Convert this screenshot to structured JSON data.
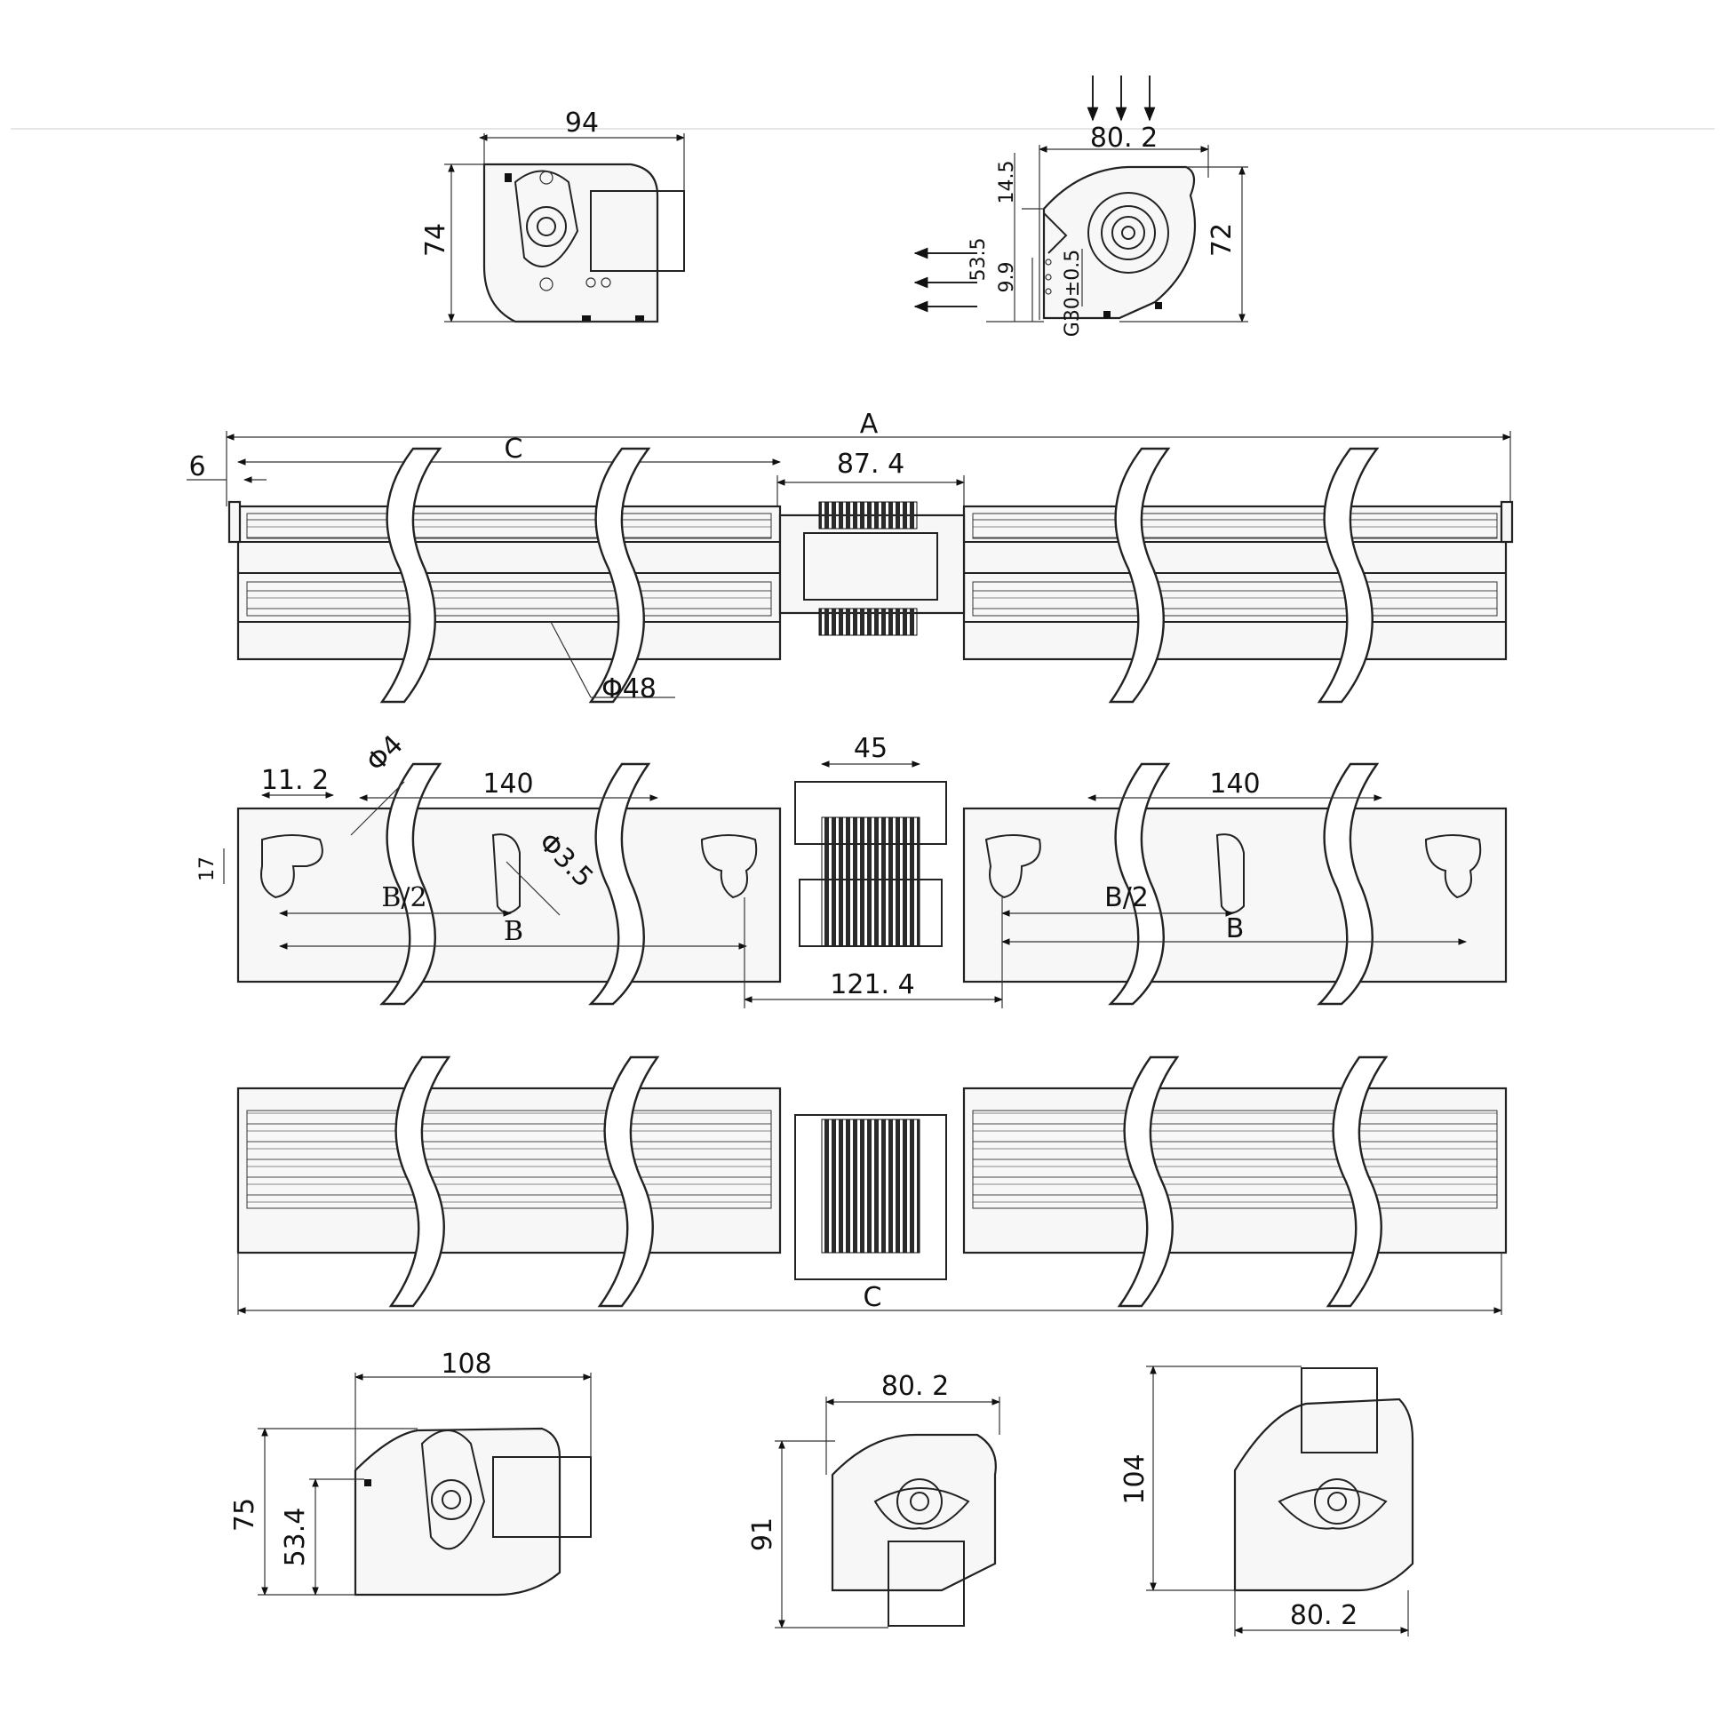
{
  "dims": {
    "v1_width": "94",
    "v1_height": "74",
    "v2_width": "80. 2",
    "v2_h145": "14.5",
    "v2_h535": "53.5",
    "v2_h99": "9.9",
    "v2_h72": "72",
    "v2_g30": "G30±0.5",
    "main_A": "A",
    "main_C": "C",
    "main_6": "6",
    "main_874": "87. 4",
    "main_phi48": "Φ48",
    "mid_112": "11. 2",
    "mid_phi4": "Φ4",
    "mid_140_left": "140",
    "mid_45": "45",
    "mid_140_right": "140",
    "mid_phi35": "Φ3.5",
    "mid_17": "17",
    "mid_b2_left": "B/2",
    "mid_b_left": "B",
    "mid_b2_right": "B/2",
    "mid_b_right": "B",
    "mid_1214": "121. 4",
    "bottom_C": "C",
    "bl_108": "108",
    "bl_75": "75",
    "bl_534": "53.4",
    "bc_802": "80. 2",
    "bc_91": "91",
    "br_104": "104",
    "br_802": "80. 2"
  }
}
